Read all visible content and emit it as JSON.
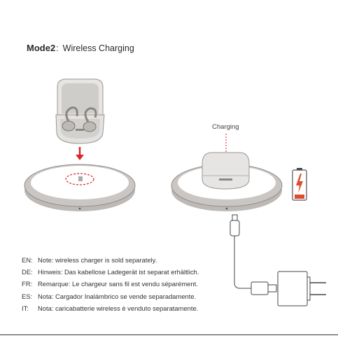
{
  "header": {
    "mode_label": "Mode2",
    "separator": ":",
    "mode_desc": "Wireless Charging"
  },
  "charging_label": "Charging",
  "notes": [
    {
      "code": "EN:",
      "text": "Note: wireless charger is sold separately."
    },
    {
      "code": "DE:",
      "text": "Hinweis: Das kabellose Ladegerät ist separat erhältlich."
    },
    {
      "code": "FR:",
      "text": "Remarque: Le chargeur sans fil est vendu séparément."
    },
    {
      "code": "ES:",
      "text": "Nota: Cargador Inalámbrico se vende separadamente."
    },
    {
      "code": "IT:",
      "text": "Nota: caricabatterie wireless è venduto separatamente."
    }
  ],
  "colors": {
    "accent_red": "#d9262b",
    "pad_rim": "#c9c6c3",
    "pad_surface": "#ffffff",
    "case_gray": "#e3e2e0",
    "battery_fill": "#e04b2c"
  },
  "icons": [
    "arrow-down-icon",
    "lightning-icon",
    "battery-icon",
    "usb-c-plug-icon",
    "power-adapter-icon"
  ]
}
